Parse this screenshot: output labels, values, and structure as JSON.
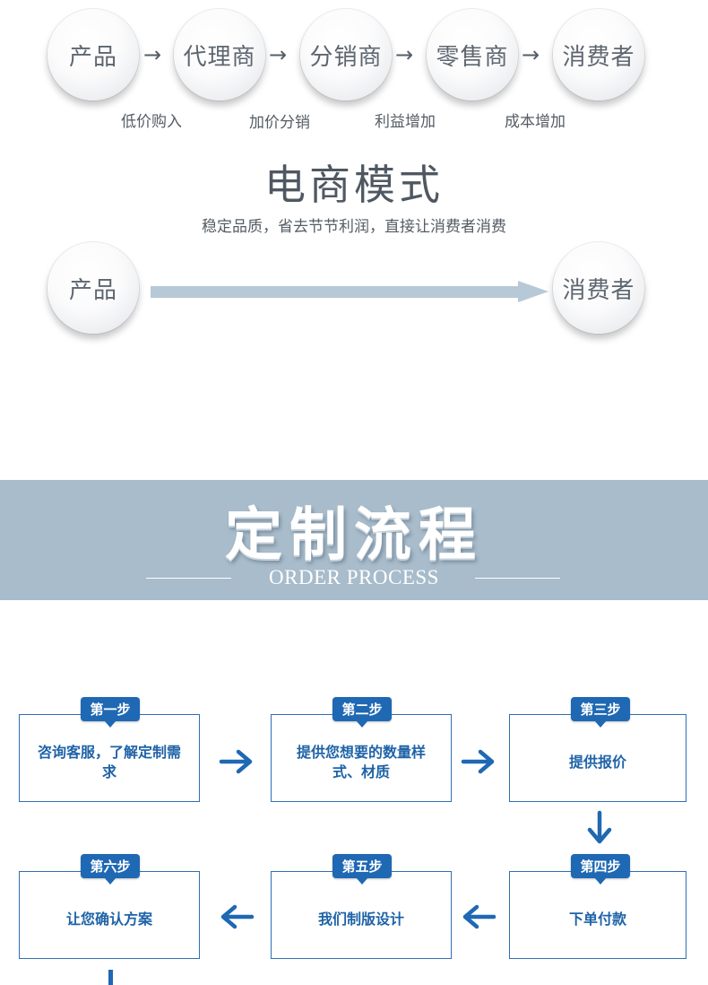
{
  "traditional": {
    "nodes": [
      "产品",
      "代理商",
      "分销商",
      "零售商",
      "消费者"
    ],
    "arrow_glyph": "→",
    "labels": [
      "低价购入",
      "加价分销",
      "利益增加",
      "成本增加"
    ]
  },
  "ecommerce": {
    "title": "电商模式",
    "subtitle": "稳定品质，省去节节利润，直接让消费者消费",
    "start_node": "产品",
    "end_node": "消费者"
  },
  "banner": {
    "title": "定制流程",
    "subtitle": "ORDER PROCESS",
    "color": "#a8bccb"
  },
  "process": {
    "accent_color": "#1f68b3",
    "steps": [
      {
        "tag": "第一步",
        "text": "咨询客服，了解定制需求"
      },
      {
        "tag": "第二步",
        "text": "提供您想要的数量样式、材质"
      },
      {
        "tag": "第三步",
        "text": "提供报价"
      },
      {
        "tag": "第四步",
        "text": "下单付款"
      },
      {
        "tag": "第五步",
        "text": "我们制版设计"
      },
      {
        "tag": "第六步",
        "text": "让您确认方案"
      }
    ]
  }
}
